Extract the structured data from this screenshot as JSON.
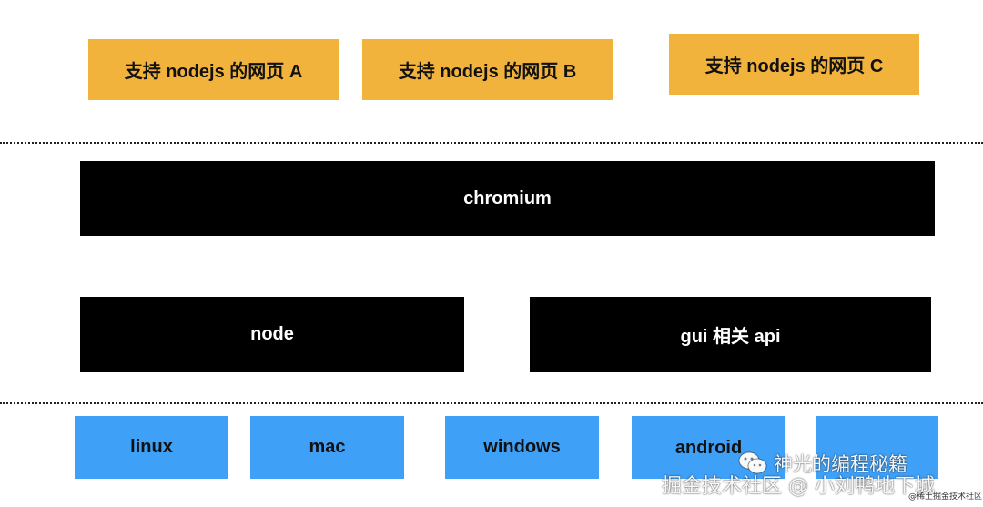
{
  "apps": {
    "a": "支持 nodejs 的网页 A",
    "b": "支持 nodejs 的网页 B",
    "c": "支持 nodejs 的网页 C"
  },
  "runtime": {
    "chromium": "chromium",
    "node": "node",
    "gui_api": "gui 相关 api"
  },
  "platforms": [
    "linux",
    "mac",
    "windows",
    "android",
    ""
  ],
  "watermark": {
    "line1": "神光的编程秘籍",
    "line2": "掘金技术社区 @ 小刘鸭地下城",
    "line3": "@稀土掘金技术社区"
  },
  "colors": {
    "app_box": "#F2B33D",
    "runtime_box": "#000000",
    "platform_box": "#3FA0F7"
  }
}
